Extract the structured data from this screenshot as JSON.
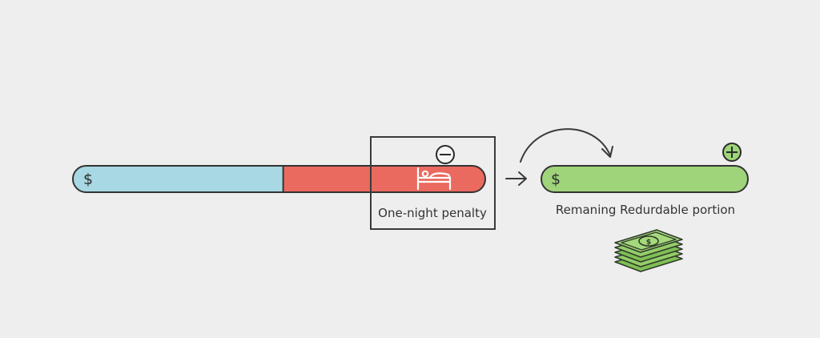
{
  "original_bar": {
    "currency_symbol": "$",
    "kept_fraction": 0.51,
    "kept_color": "#a7d8e3",
    "penalty_color": "#ea6a5f"
  },
  "penalty": {
    "caption": "One-night penalty",
    "sign": "−",
    "icon": "bed-icon"
  },
  "refund": {
    "currency_symbol": "$",
    "caption": "Remaning Redurdable portion",
    "sign": "+",
    "color": "#9fd47a",
    "icon": "cash-stack-icon"
  },
  "arrows": {
    "straight": "right-arrow-icon",
    "curved": "curved-arrow-icon"
  }
}
